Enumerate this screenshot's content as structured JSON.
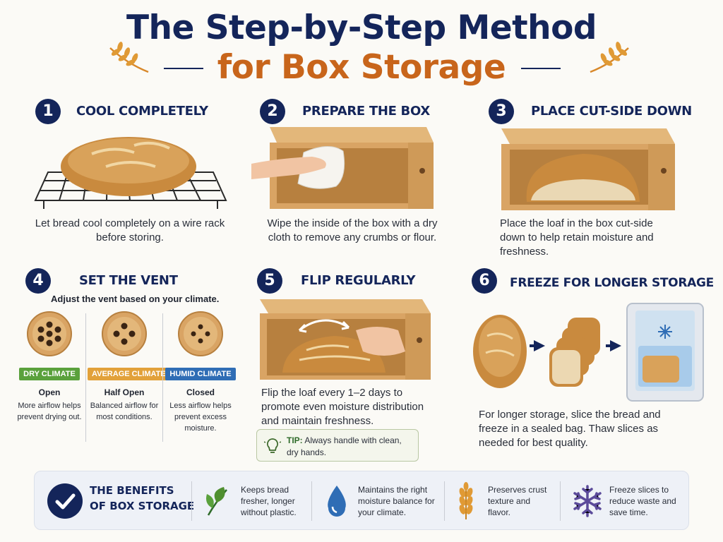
{
  "title": {
    "line1": "The Step-by-Step Method",
    "line2": "for Box Storage"
  },
  "steps": [
    {
      "num": "1",
      "title": "COOL COMPLETELY",
      "desc": "Let bread cool completely on a wire rack before storing."
    },
    {
      "num": "2",
      "title": "PREPARE THE BOX",
      "desc": "Wipe the inside of the box with a dry cloth to remove any crumbs or flour."
    },
    {
      "num": "3",
      "title": "PLACE CUT-SIDE DOWN",
      "desc": "Place the loaf in the box cut-side down to help retain moisture and freshness."
    },
    {
      "num": "4",
      "title": "SET THE VENT",
      "subtitle": "Adjust the vent based on your climate."
    },
    {
      "num": "5",
      "title": "FLIP REGULARLY",
      "desc": "Flip the loaf every 1–2 days to promote even moisture distribution and maintain freshness."
    },
    {
      "num": "6",
      "title": "FREEZE FOR LONGER STORAGE",
      "desc": "For longer storage, slice the bread and freeze in a sealed bag. Thaw slices as needed for best quality."
    }
  ],
  "vents": [
    {
      "label": "DRY CLIMATE",
      "color": "#5aa13c",
      "state": "Open",
      "desc": "More airflow helps prevent drying out."
    },
    {
      "label": "AVERAGE CLIMATE",
      "color": "#e2a13a",
      "state": "Half Open",
      "desc": "Balanced airflow for most conditions."
    },
    {
      "label": "HUMID CLIMATE",
      "color": "#2f6db5",
      "state": "Closed",
      "desc": "Less airflow helps prevent excess moisture."
    }
  ],
  "tip": {
    "label": "TIP:",
    "text": "Always handle with clean, dry hands."
  },
  "benefits": {
    "title_line1": "THE BENEFITS",
    "title_line2": "OF BOX STORAGE",
    "items": [
      {
        "icon": "leaf-icon",
        "text": "Keeps bread fresher, longer without plastic."
      },
      {
        "icon": "water-drop-icon",
        "text": "Maintains the right moisture balance for your climate."
      },
      {
        "icon": "wheat-icon",
        "text": "Preserves crust texture and flavor."
      },
      {
        "icon": "snowflake-icon",
        "text": "Freeze slices to reduce waste and save time."
      }
    ]
  },
  "colors": {
    "navy": "#14255a",
    "orange": "#c8651b",
    "wood": "#d9a464",
    "bread": "#c98a3e"
  }
}
